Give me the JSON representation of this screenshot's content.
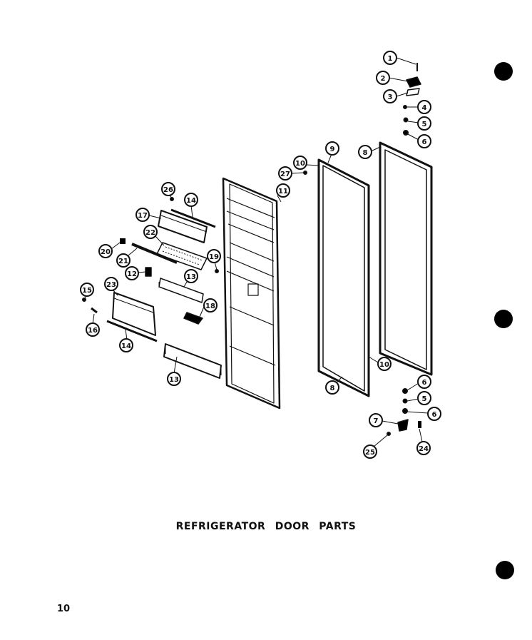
{
  "caption": "REFRIGERATOR DOOR PARTS",
  "page_number": "10",
  "callouts": [
    {
      "id": "c1",
      "label": "1"
    },
    {
      "id": "c2",
      "label": "2"
    },
    {
      "id": "c3",
      "label": "3"
    },
    {
      "id": "c4",
      "label": "4"
    },
    {
      "id": "c5a",
      "label": "5"
    },
    {
      "id": "c6a",
      "label": "6"
    },
    {
      "id": "c8a",
      "label": "8"
    },
    {
      "id": "c9a",
      "label": "9"
    },
    {
      "id": "c10a",
      "label": "10"
    },
    {
      "id": "c27",
      "label": "27"
    },
    {
      "id": "c11",
      "label": "11"
    },
    {
      "id": "c26",
      "label": "26"
    },
    {
      "id": "c14a",
      "label": "14"
    },
    {
      "id": "c17",
      "label": "17"
    },
    {
      "id": "c22",
      "label": "22"
    },
    {
      "id": "c20",
      "label": "20"
    },
    {
      "id": "c21",
      "label": "21"
    },
    {
      "id": "c19",
      "label": "19"
    },
    {
      "id": "c12",
      "label": "12"
    },
    {
      "id": "c13a",
      "label": "13"
    },
    {
      "id": "c15",
      "label": "15"
    },
    {
      "id": "c23",
      "label": "23"
    },
    {
      "id": "c18",
      "label": "18"
    },
    {
      "id": "c16",
      "label": "16"
    },
    {
      "id": "c14b",
      "label": "14"
    },
    {
      "id": "c13b",
      "label": "13"
    },
    {
      "id": "c10b",
      "label": "10"
    },
    {
      "id": "c8b",
      "label": "8"
    },
    {
      "id": "c6b",
      "label": "6"
    },
    {
      "id": "c5b",
      "label": "5"
    },
    {
      "id": "c6c",
      "label": "6"
    },
    {
      "id": "c7",
      "label": "7"
    },
    {
      "id": "c25",
      "label": "25"
    },
    {
      "id": "c24",
      "label": "24"
    }
  ]
}
